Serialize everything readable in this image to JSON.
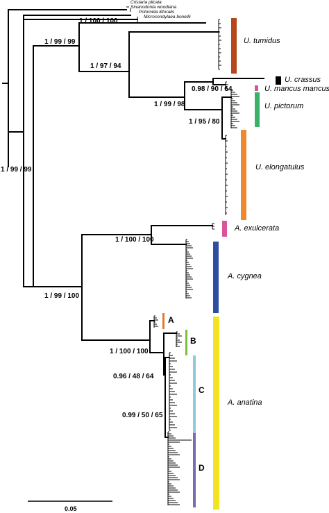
{
  "outgroups": [
    "Cristaria plicata",
    "Sinanodonta woodiana",
    "Potomida littoralis",
    "Microcondylaea bonellii"
  ],
  "supports": {
    "s_root": "1 / 99 / 99",
    "s_a": "1 / 100 / 100",
    "s_b": "1 / 99 / 99",
    "s_c": "1 / 97 / 94",
    "s_d": "1 / 99 / 98",
    "s_e": "0.98 / 90 / 64",
    "s_f": "1 / 95 / 80",
    "s_g": "1 / 99 / 100",
    "s_h": "1 / 100 / 100",
    "s_i": "1 / 100 / 100",
    "s_j": "0.96 / 48 / 64",
    "s_k": "0.99 / 50 / 65"
  },
  "clades": {
    "tumidus": "U. tumidus",
    "crassus": "U. crassus",
    "mancus": "U. mancus mancus",
    "pictorum": "U. pictorum",
    "elongatulus": "U. elongatulus",
    "exulcerata": "A. exulcerata",
    "cygnea": "A. cygnea",
    "anatina": "A. anatina"
  },
  "subclades": {
    "A": "A",
    "B": "B",
    "C": "C",
    "D": "D"
  },
  "scale_bar": "0.05",
  "colors": {
    "tumidus": "#b5471b",
    "crassus": "#000000",
    "mancus": "#d9549b",
    "pictorum": "#3bb26a",
    "elongatulus": "#f0882d",
    "exulcerata": "#d9549b",
    "cygnea": "#2e4ea3",
    "anatina": "#f2e422",
    "sub_A": "#e07a35",
    "sub_B": "#7cbf3d",
    "sub_C": "#8fcbd9",
    "sub_D": "#7d6bb0"
  }
}
